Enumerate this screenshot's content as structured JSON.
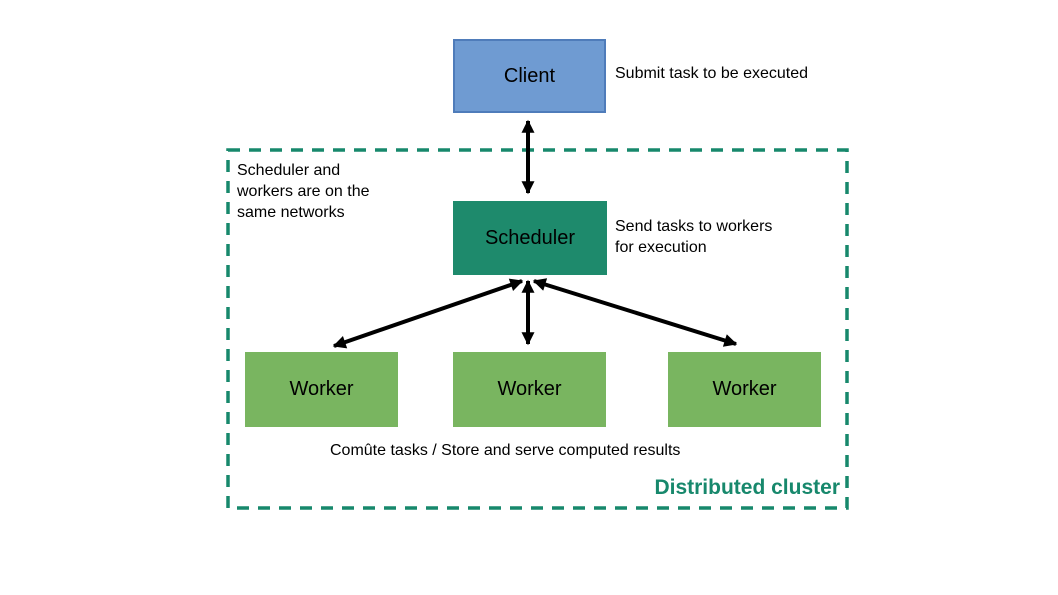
{
  "colors": {
    "client_fill": "#6f9bd2",
    "client_border": "#4f7cba",
    "scheduler_fill": "#1e8a6c",
    "worker_fill": "#79b560",
    "cluster_teal": "#17886c",
    "arrow": "#000000"
  },
  "nodes": {
    "client": "Client",
    "scheduler": "Scheduler",
    "worker_1": "Worker",
    "worker_2": "Worker",
    "worker_3": "Worker"
  },
  "annotations": {
    "client_note": "Submit task to be executed",
    "scheduler_note": "Send tasks to workers for execution",
    "network_note": "Scheduler and workers are on the same networks",
    "worker_note": "Comûte tasks / Store and serve computed results",
    "cluster_label": "Distributed cluster"
  }
}
